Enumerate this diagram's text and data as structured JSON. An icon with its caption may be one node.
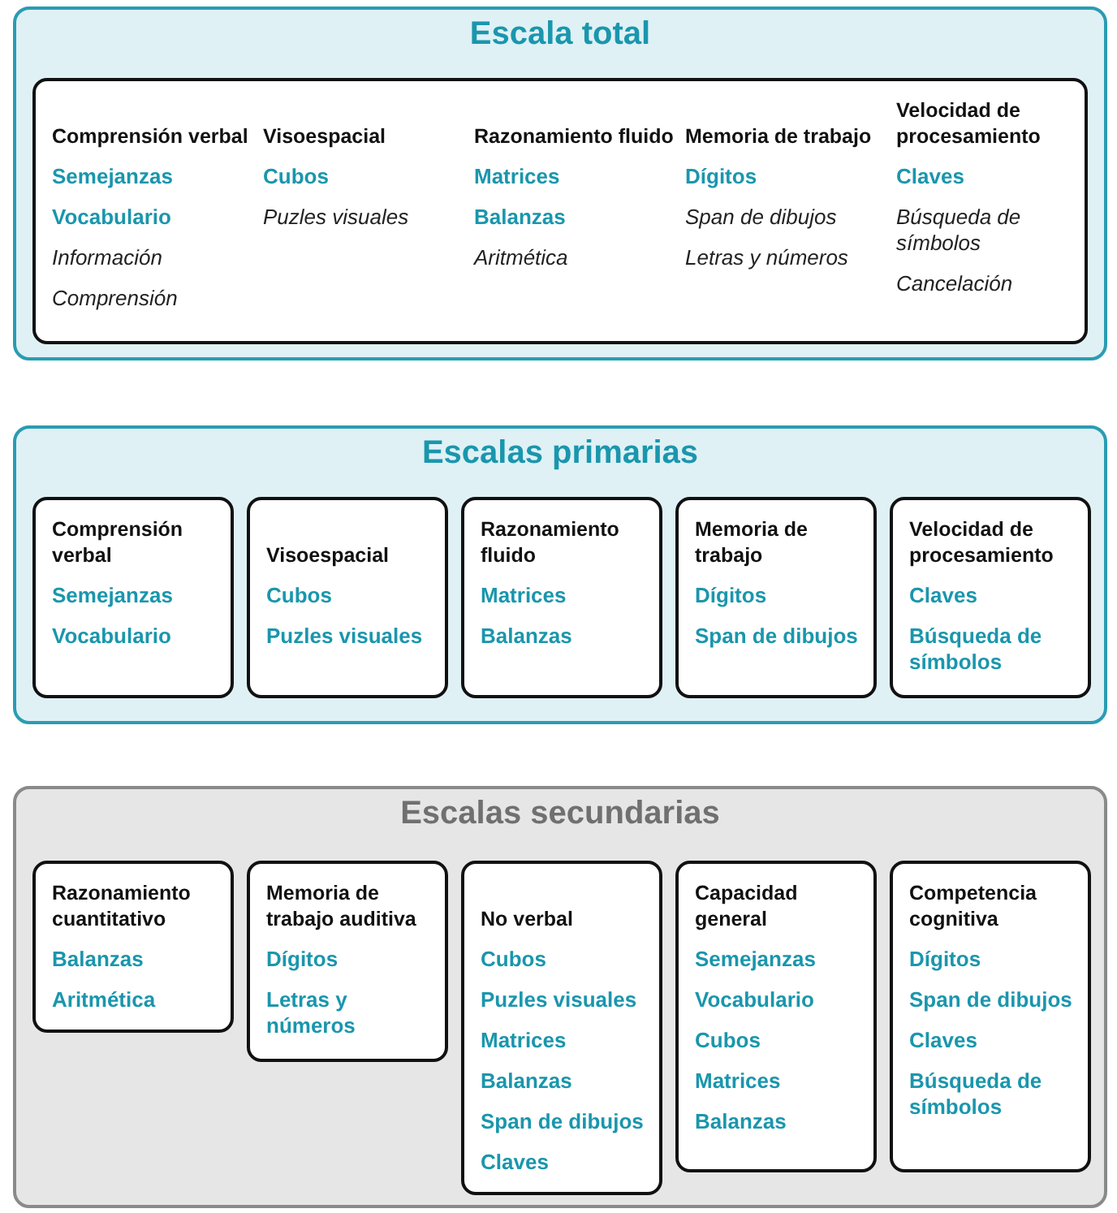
{
  "diagram": {
    "nodes": [
      {
        "text": [
          "Escala total"
        ]
      },
      {
        "text": [
          "Comprensión verbal",
          "Semejanzas",
          "Vocabulario",
          "Información",
          "Comprensión",
          "Visoespacial",
          "Cubos",
          "Puzles visuales",
          "Razonamiento fluido",
          "Matrices",
          "Balanzas",
          "Aritmética",
          "Memoria de trabajo",
          "Dígitos",
          "Span de dibujos",
          "Letras y números",
          "Velocidad de procesamiento",
          "Claves",
          "Búsqueda de símbolos",
          "Cancelación"
        ],
        "in": 0
      },
      {
        "text": [
          "Escalas primarias"
        ]
      },
      {
        "text": [
          "Comprensión verbal",
          "Semejanzas",
          "Vocabulario"
        ],
        "in": 2
      },
      {
        "text": [
          "Visoespacial",
          "Cubos",
          "Puzles visuales"
        ],
        "in": 2
      },
      {
        "text": [
          "Razonamiento fluido",
          "Matrices",
          "Balanzas"
        ],
        "in": 2
      },
      {
        "text": [
          "Memoria de trabajo",
          "Dígitos",
          "Span de dibujos"
        ],
        "in": 2
      },
      {
        "text": [
          "Velocidad de procesamiento",
          "Claves",
          "Búsqueda de símbolos"
        ],
        "in": 2
      },
      {
        "text": [
          "Escalas secundarias"
        ]
      },
      {
        "text": [
          "Razonamiento cuantitativo",
          "Balanzas",
          "Aritmética"
        ],
        "in": 8
      },
      {
        "text": [
          "Memoria de trabajo auditiva",
          "Dígitos",
          "Letras y números"
        ],
        "in": 8
      },
      {
        "text": [
          "No verbal",
          "Cubos",
          "Puzles visuales",
          "Matrices",
          "Balanzas",
          "Span de dibujos",
          "Claves"
        ],
        "in": 8
      },
      {
        "text": [
          "Capacidad general",
          "Semejanzas",
          "Vocabulario",
          "Cubos",
          "Matrices",
          "Balanzas"
        ],
        "in": 8
      },
      {
        "text": [
          "Competencia cognitiva",
          "Dígitos",
          "Span de dibujos",
          "Claves",
          "Búsqueda de símbolos"
        ],
        "in": 8
      }
    ]
  }
}
